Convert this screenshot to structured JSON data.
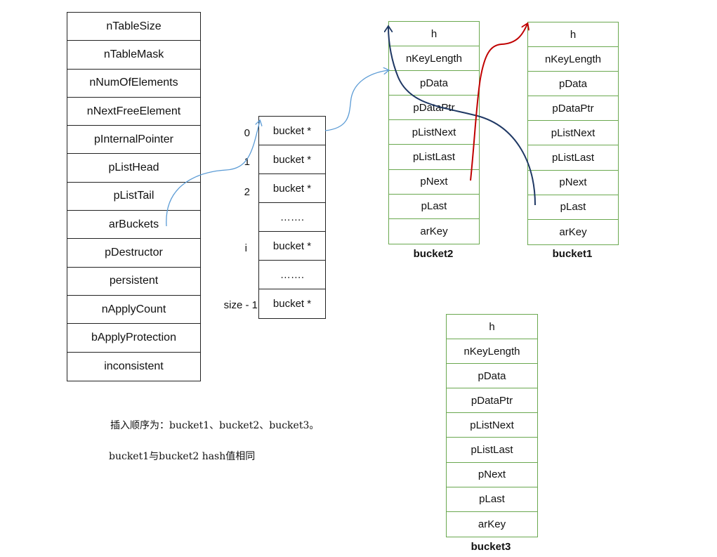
{
  "hashtable": {
    "fields": [
      "nTableSize",
      "nTableMask",
      "nNumOfElements",
      "nNextFreeElement",
      "pInternalPointer",
      "pListHead",
      "pListTail",
      "arBuckets",
      "pDestructor",
      "persistent",
      "nApplyCount",
      "bApplyProtection",
      "inconsistent"
    ]
  },
  "array": {
    "cells": [
      "bucket *",
      "bucket *",
      "bucket *",
      "…….",
      "bucket *",
      "…….",
      "bucket *"
    ],
    "indices": [
      "0",
      "1",
      "2",
      "i",
      "size - 1"
    ]
  },
  "bucket_fields": [
    "h",
    "nKeyLength",
    "pData",
    "pDataPtr",
    "pListNext",
    "pListLast",
    "pNext",
    "pLast",
    "arKey"
  ],
  "buckets": {
    "bucket2": {
      "label": "bucket2"
    },
    "bucket1": {
      "label": "bucket1"
    },
    "bucket3": {
      "label": "bucket3"
    }
  },
  "notes": {
    "line1": "插入顺序为：bucket1、bucket2、bucket3。",
    "line2": "bucket1与bucket2 hash值相同"
  },
  "colors": {
    "light_arrow": "#5b9bd5",
    "dark_arrow": "#1f3864",
    "red_arrow": "#c00000",
    "bucket_border": "#6aa84f"
  }
}
